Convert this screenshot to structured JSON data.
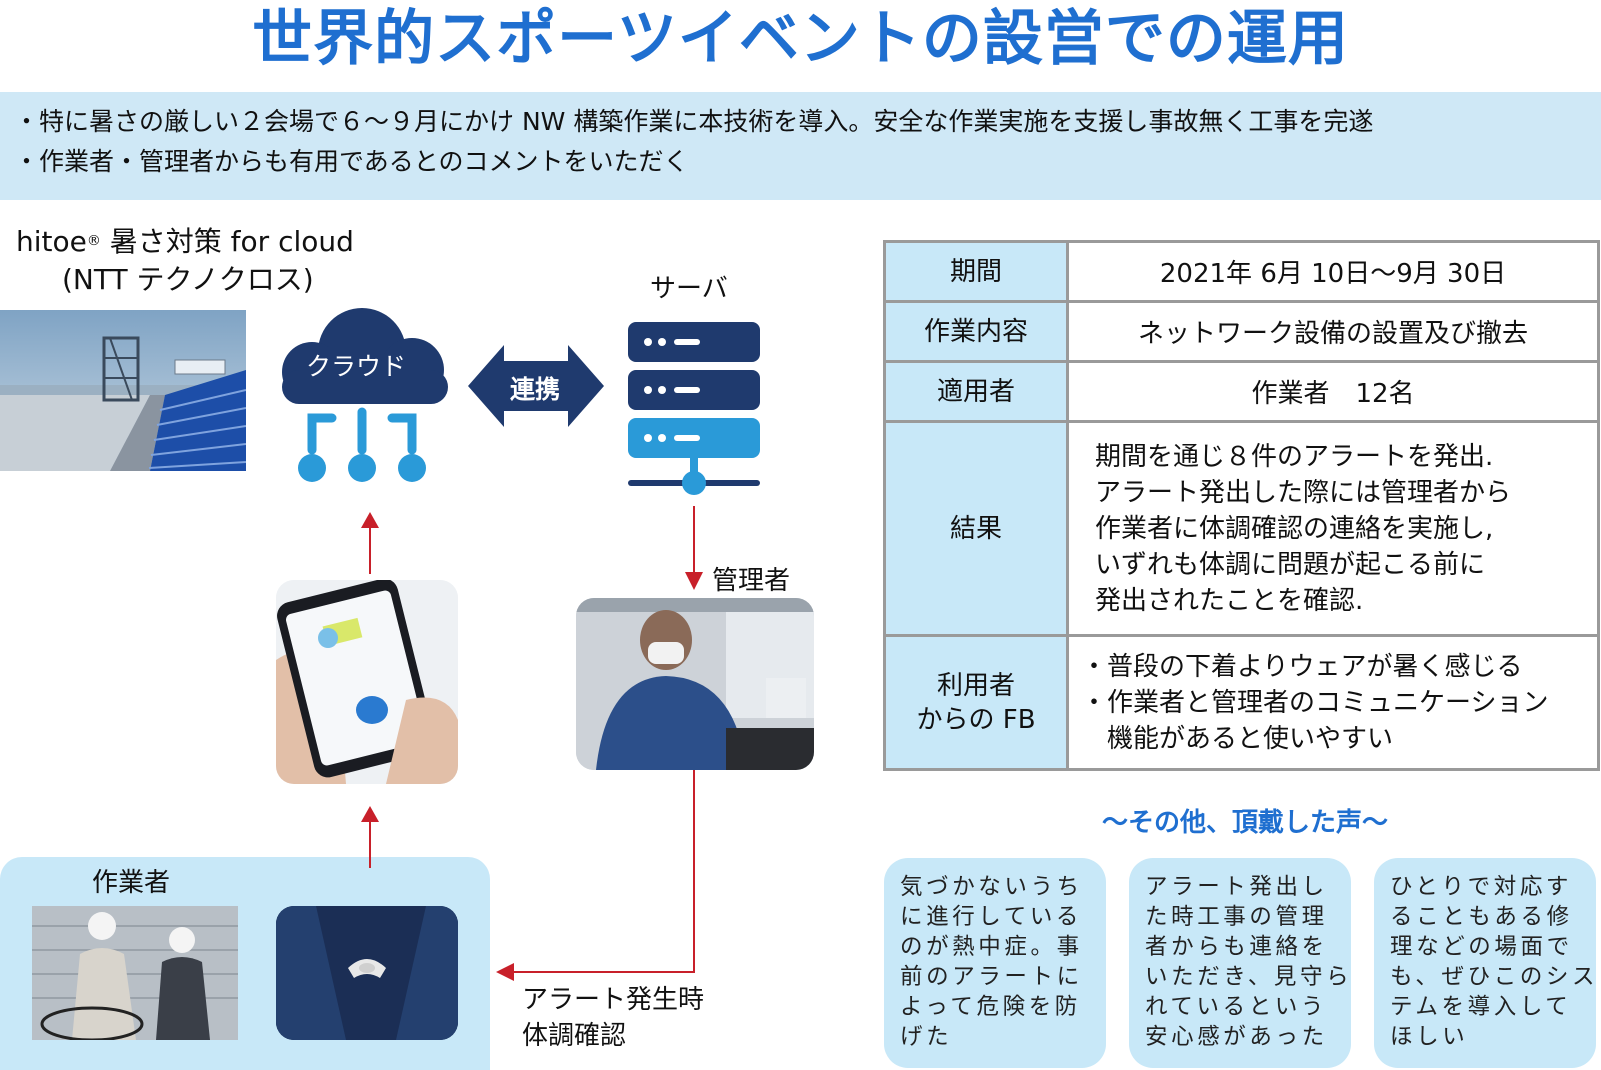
{
  "title": "世界的スポーツイベントの設営での運用",
  "summary": [
    "・特に暑さの厳しい２会場で６～９月にかけ NW 構築作業に本技術を導入。安全な作業実施を支援し事故無く工事を完遂",
    "・作業者・管理者からも有用であるとのコメントをいただく"
  ],
  "diagram": {
    "source_label_line1": "hitoe",
    "source_label_mark": "®",
    "source_label_line1_rest": " 暑さ対策 for cloud",
    "source_label_line2": "(NTT テクノクロス)",
    "cloud_label": "クラウド",
    "link_label": "連携",
    "server_label": "サーバ",
    "manager_label": "管理者",
    "worker_label": "作業者",
    "alert_label_line1": "アラート発生時",
    "alert_label_line2": "体調確認"
  },
  "table": {
    "rows": [
      {
        "key": "期間",
        "value": "2021年 6月 10日～9月 30日"
      },
      {
        "key": "作業内容",
        "value": "ネットワーク設備の設置及び撤去"
      },
      {
        "key": "適用者",
        "value": "作業者　12名"
      }
    ],
    "result_key": "結果",
    "result_lines": [
      "期間を通じ８件のアラートを発出.",
      "アラート発出した際には管理者から",
      "作業者に体調確認の連絡を実施し,",
      "いずれも体調に問題が起こる前に",
      "発出されたことを確認."
    ],
    "fb_key_line1": "利用者",
    "fb_key_line2": "からの FB",
    "fb_lines": [
      "・普段の下着よりウェアが暑く感じる",
      "・作業者と管理者のコミュニケーション",
      "　機能があると使いやすい"
    ]
  },
  "voices": {
    "heading": "～その他、頂戴した声～",
    "bubbles": [
      [
        "気づかないうち",
        "に進行している",
        "のが熱中症。事",
        "前のアラートに",
        "よって危険を防",
        "げた"
      ],
      [
        "アラート発出し",
        "た時工事の管理",
        "者からも連絡を",
        "いただき、見守ら",
        "れているという",
        "安心感があった"
      ],
      [
        "ひとりで対応す",
        "ることもある修",
        "理などの場面で",
        "も、ぜひこのシス",
        "テムを導入して",
        "ほしい"
      ]
    ]
  },
  "colors": {
    "title_blue": "#1f6fd0",
    "band_blue": "#cfe8f6",
    "cell_blue": "#c8e8f8",
    "navy": "#1f3a6e",
    "icon_blue": "#2a9ad8",
    "arrow_red": "#c8202a"
  },
  "icons": [
    "cloud-icon",
    "double-arrow-icon",
    "server-icon",
    "arrow-up-icon",
    "arrow-down-icon",
    "arrow-left-icon"
  ]
}
